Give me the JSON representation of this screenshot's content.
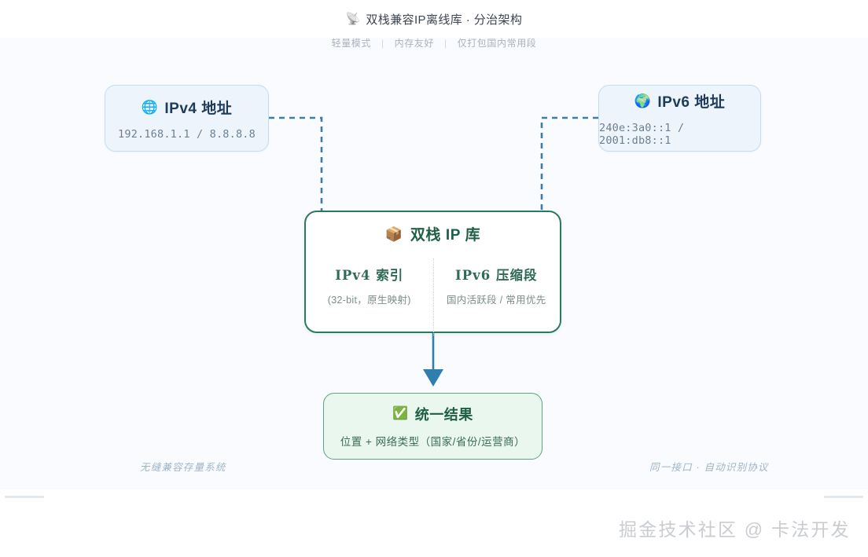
{
  "header": {
    "icon": "satellite-antenna-icon",
    "icon_glyph": "📡",
    "title": "双栈兼容IP离线库 · 分治架构"
  },
  "nodes": {
    "ipv4": {
      "icon_glyph": "🌐",
      "icon_name": "globe-with-meridians-icon",
      "title": "IPv4 地址",
      "sample": "192.168.1.1 / 8.8.8.8"
    },
    "ipv6": {
      "icon_glyph": "🌍",
      "icon_name": "earth-globe-icon",
      "title": "IPv6 地址",
      "sample": "240e:3a0::1 / 2001:db8::1"
    },
    "library": {
      "icon_glyph": "📦",
      "icon_name": "package-box-icon",
      "title": "双栈 IP 库",
      "columns": [
        {
          "title": "IPv4 索引",
          "sub": "(32-bit，原生映射)"
        },
        {
          "title": "IPv6 压缩段",
          "sub": "国内活跃段 / 常用优先"
        }
      ]
    },
    "result": {
      "icon_glyph": "✅",
      "icon_name": "check-mark-button-icon",
      "title": "统一结果",
      "sub": "位置 + 网络类型（国家/省份/运营商）"
    }
  },
  "captions": {
    "left": "无缝兼容存量系统",
    "right": "同一接口 ·  自动识别协议"
  },
  "footer": {
    "tags": [
      "轻量模式",
      "内存友好",
      "仅打包国内常用段"
    ],
    "separator": "|",
    "watermark": "掘金技术社区 @ 卡法开发"
  },
  "colors": {
    "canvas_bg": "#fafbfe",
    "ip_box_fill": "#eef4fb",
    "ip_box_border": "#c3dcf0",
    "library_border": "#2c7a5b",
    "result_fill": "#e9f7ee",
    "result_border": "#5fa37f",
    "dashed_wire": "#3d7ea6",
    "arrow": "#2e7fb0"
  }
}
